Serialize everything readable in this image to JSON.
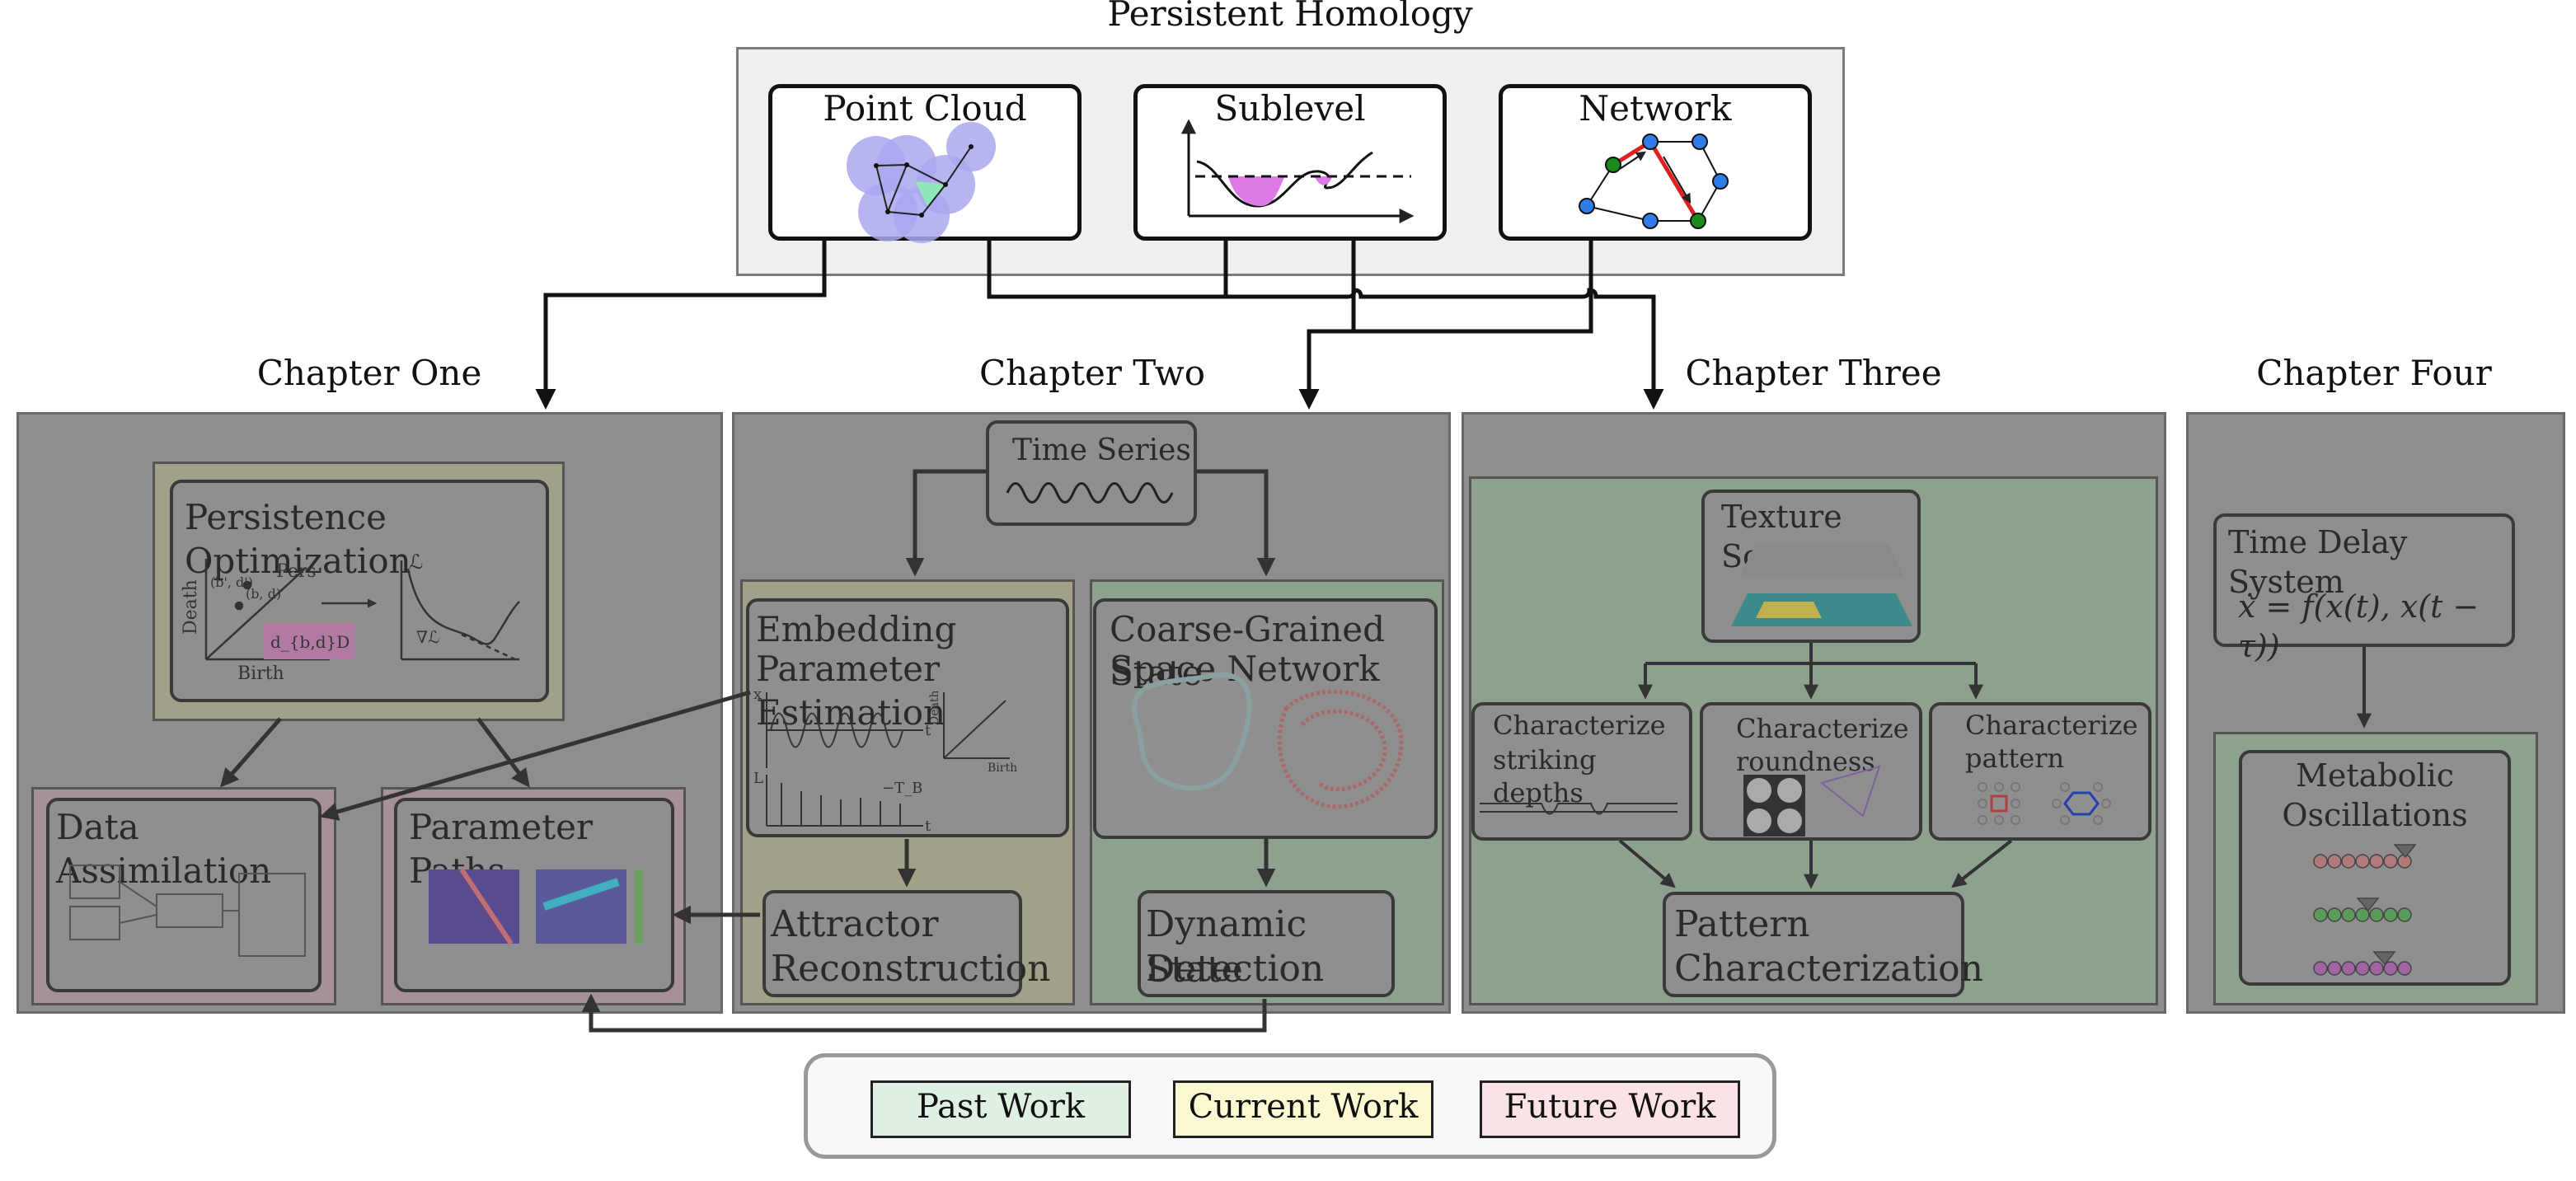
{
  "top": {
    "title": "Persistent Homology",
    "cards": [
      {
        "label": "Point Cloud"
      },
      {
        "label": "Sublevel"
      },
      {
        "label": "Network"
      }
    ]
  },
  "chapters": [
    {
      "title": "Chapter One"
    },
    {
      "title": "Chapter Two"
    },
    {
      "title": "Chapter Three"
    },
    {
      "title": "Chapter Four"
    }
  ],
  "ch1": {
    "persistence_optimization": "Persistence Optimization",
    "axis_death": "Death",
    "axis_birth": "Birth",
    "pers": "Pers",
    "point_bd": "(b, d)",
    "point_bd_prime": "(b', d')",
    "dbd": "d_{b,d}D",
    "loss": "ℒ",
    "grad": "∇ℒ",
    "data_assimilation": "Data Assimilation",
    "parameter_paths": "Parameter Paths"
  },
  "ch2": {
    "time_series": "Time Series",
    "embedding_line1": "Embedding",
    "embedding_line2": "Parameter Estimation",
    "coarse_line1": "Coarse-Grained State",
    "coarse_line2": "Space Network",
    "attractor_line1": "Attractor",
    "attractor_line2": "Reconstruction",
    "dynamic_line1": "Dynamic State",
    "dynamic_line2": "Detection",
    "axis_x": "x",
    "axis_t": "t",
    "axis_L": "L",
    "axis_death": "Death",
    "axis_birth": "Birth",
    "tb": "−T_B"
  },
  "ch3": {
    "texture_scan": "Texture Scan",
    "striking_line1": "Characterize",
    "striking_line2": "striking depths",
    "roundness_line1": "Characterize",
    "roundness_line2": "roundness",
    "pattern_line1": "Characterize",
    "pattern_line2": "pattern",
    "pattern_char_line1": "Pattern",
    "pattern_char_line2": "Characterization"
  },
  "ch4": {
    "tds": "Time Delay System",
    "equation": "ẋ = f(x(t), x(t − τ))",
    "metabolic_line1": "Metabolic",
    "metabolic_line2": "Oscillations"
  },
  "legend": {
    "items": [
      {
        "label": "Past Work",
        "color": "#dff0e2"
      },
      {
        "label": "Current Work",
        "color": "#fbf9d2"
      },
      {
        "label": "Future Work",
        "color": "#fbe2e6"
      }
    ]
  },
  "colors": {
    "panel": "#8e8e8e",
    "past_tint": "#8ea08e",
    "current_tint": "#a2a088",
    "future_tint": "#a69296",
    "purple_disc": "#a9a7ee",
    "magenta": "#dd7ae6",
    "red_edge": "#e02020"
  }
}
